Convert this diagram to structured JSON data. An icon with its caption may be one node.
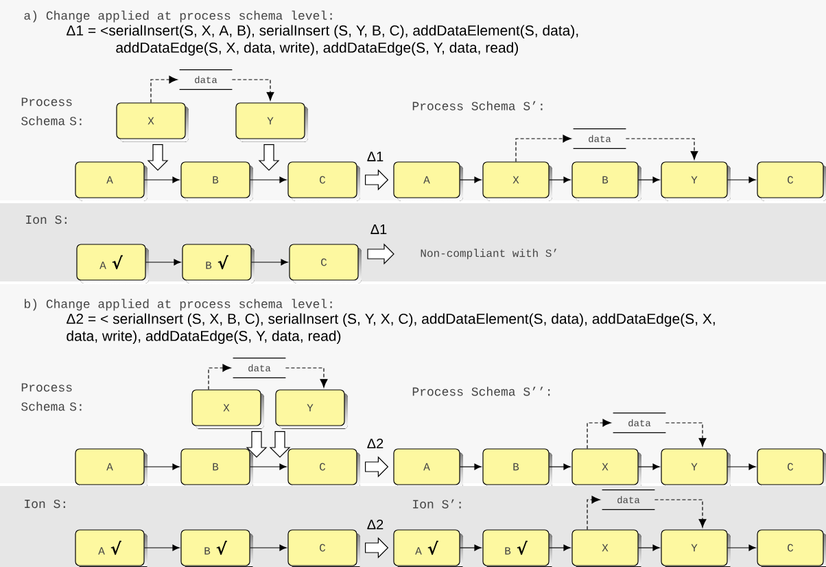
{
  "diagram": {
    "nodes": [
      {
        "text": [
          "X"
        ]
      },
      {
        "text": [
          "Y"
        ]
      },
      {
        "text": [
          "data"
        ]
      },
      {
        "text": [
          "A"
        ]
      },
      {
        "text": [
          "B"
        ]
      },
      {
        "text": [
          "C"
        ]
      },
      {
        "text": [
          "A"
        ]
      },
      {
        "text": [
          "X"
        ]
      },
      {
        "text": [
          "B"
        ]
      },
      {
        "text": [
          "Y"
        ]
      },
      {
        "text": [
          "C"
        ]
      },
      {
        "text": [
          "data"
        ]
      },
      {
        "text": [
          "Ion S:"
        ]
      },
      {
        "text": [
          "A",
          "√"
        ],
        "in": 12
      },
      {
        "text": [
          "B",
          "√"
        ],
        "in": 12
      },
      {
        "text": [
          "C"
        ],
        "in": 12
      },
      {
        "text": [
          "Non-compliant with S’"
        ],
        "in": 12
      },
      {
        "text": [
          "X"
        ]
      },
      {
        "text": [
          "Y"
        ]
      },
      {
        "text": [
          "data"
        ]
      },
      {
        "text": [
          "A"
        ]
      },
      {
        "text": [
          "B"
        ]
      },
      {
        "text": [
          "C"
        ]
      },
      {
        "text": [
          "A"
        ]
      },
      {
        "text": [
          "B"
        ]
      },
      {
        "text": [
          "X"
        ]
      },
      {
        "text": [
          "Y"
        ]
      },
      {
        "text": [
          "C"
        ]
      },
      {
        "text": [
          "data"
        ]
      },
      {
        "text": [
          "Ion S:",
          "Ion S’:"
        ]
      },
      {
        "text": [
          "A",
          "√"
        ],
        "in": 29
      },
      {
        "text": [
          "B",
          "√"
        ],
        "in": 29
      },
      {
        "text": [
          "C"
        ],
        "in": 29
      },
      {
        "text": [
          "A",
          "√"
        ],
        "in": 29
      },
      {
        "text": [
          "B",
          "√"
        ],
        "in": 29
      },
      {
        "text": [
          "X"
        ],
        "in": 29
      },
      {
        "text": [
          "Y"
        ],
        "in": 29
      },
      {
        "text": [
          "C"
        ],
        "in": 29
      },
      {
        "text": [
          "data"
        ],
        "in": 29
      }
    ],
    "edges": [
      {
        "from": 0,
        "to": 2,
        "arrow": "to",
        "style": "dashed"
      },
      {
        "from": 2,
        "to": 1,
        "arrow": "to",
        "style": "dashed"
      },
      {
        "from": 0,
        "to": null,
        "arrow": "to",
        "style": "thick"
      },
      {
        "from": 1,
        "to": null,
        "arrow": "to",
        "style": "thick"
      },
      {
        "from": 3,
        "to": 4,
        "arrow": "to"
      },
      {
        "from": 4,
        "to": 5,
        "arrow": "to"
      },
      {
        "from": 5,
        "to": 6,
        "arrow": "to",
        "style": "thick",
        "label": "Δ1"
      },
      {
        "from": 6,
        "to": 7,
        "arrow": "to"
      },
      {
        "from": 7,
        "to": 8,
        "arrow": "to"
      },
      {
        "from": 8,
        "to": 9,
        "arrow": "to"
      },
      {
        "from": 9,
        "to": 10,
        "arrow": "to"
      },
      {
        "from": 7,
        "to": 11,
        "arrow": "to",
        "style": "dashed"
      },
      {
        "from": 11,
        "to": 9,
        "arrow": "to",
        "style": "dashed"
      },
      {
        "from": 13,
        "to": 14,
        "arrow": "to"
      },
      {
        "from": 14,
        "to": 15,
        "arrow": "to"
      },
      {
        "from": null,
        "to": 16,
        "arrow": "to",
        "style": "thick",
        "label": "Δ1"
      },
      {
        "from": 17,
        "to": 19,
        "arrow": "to",
        "style": "dashed"
      },
      {
        "from": 19,
        "to": 18,
        "arrow": "to",
        "style": "dashed"
      },
      {
        "from": 17,
        "to": null,
        "arrow": "to",
        "style": "thick"
      },
      {
        "from": 18,
        "to": null,
        "arrow": "to",
        "style": "thick"
      },
      {
        "from": 20,
        "to": 21,
        "arrow": "to"
      },
      {
        "from": 21,
        "to": 22,
        "arrow": "to"
      },
      {
        "from": 22,
        "to": 23,
        "arrow": "to",
        "style": "thick",
        "label": "Δ2"
      },
      {
        "from": 23,
        "to": 24,
        "arrow": "to"
      },
      {
        "from": 24,
        "to": 25,
        "arrow": "to"
      },
      {
        "from": 25,
        "to": 26,
        "arrow": "to"
      },
      {
        "from": 26,
        "to": 27,
        "arrow": "to"
      },
      {
        "from": 25,
        "to": 28,
        "arrow": "to",
        "style": "dashed"
      },
      {
        "from": 28,
        "to": 26,
        "arrow": "to",
        "style": "dashed"
      },
      {
        "from": 30,
        "to": 31,
        "arrow": "to"
      },
      {
        "from": 31,
        "to": 32,
        "arrow": "to"
      },
      {
        "from": 32,
        "to": 33,
        "arrow": "to",
        "style": "thick",
        "label": "Δ2"
      },
      {
        "from": 33,
        "to": 34,
        "arrow": "to"
      },
      {
        "from": 34,
        "to": 35,
        "arrow": "to"
      },
      {
        "from": 35,
        "to": 36,
        "arrow": "to"
      },
      {
        "from": 36,
        "to": 37,
        "arrow": "to"
      },
      {
        "from": 35,
        "to": 38,
        "arrow": "to",
        "style": "dashed"
      },
      {
        "from": 38,
        "to": 36,
        "arrow": "to",
        "style": "dashed"
      }
    ],
    "labels": [
      "a) Change applied at process schema level:",
      "Δ1 = <serialInsert(S, X, A, B), serialInsert (S, Y, B, C), addDataElement(S, data), addDataEdge(S, X, data, write), addDataEdge(S, Y, data, read)",
      "Process Schema S:",
      "Process Schema S’:",
      "b) Change applied at process schema level:",
      "Δ2 = < serialInsert (S, X, B, C), serialInsert (S, Y, X, C), addDataElement(S, data), addDataEdge(S, X, data, write), addDataEdge(S, Y, data, read)",
      "Process Schema S:",
      "Process Schema S’’:"
    ]
  }
}
